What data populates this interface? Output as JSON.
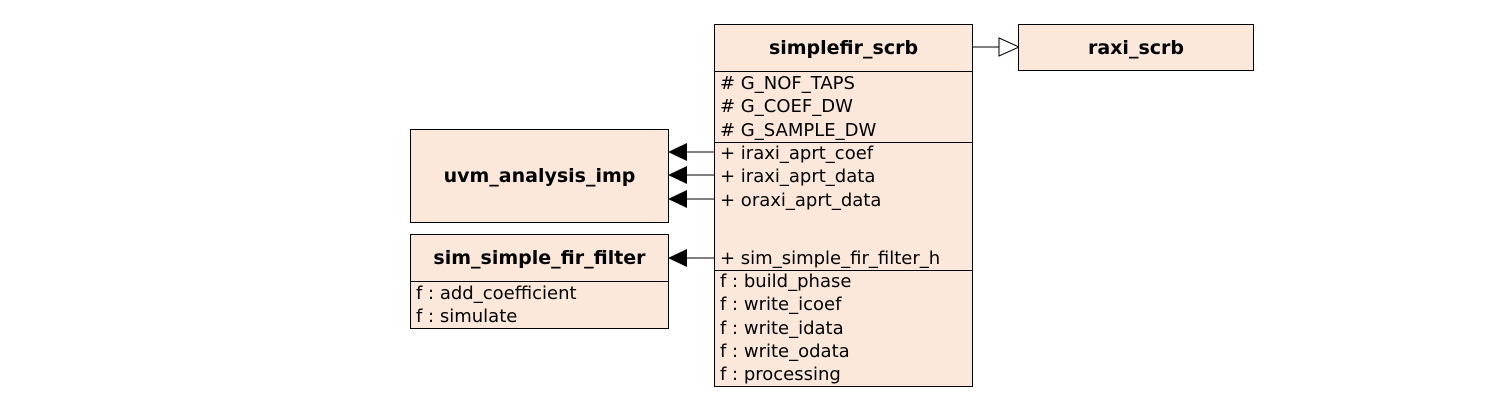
{
  "classes": {
    "simplefir_scrb": {
      "name": "simplefir_scrb",
      "attributes": [
        "# G_NOF_TAPS",
        "# G_COEF_DW",
        "# G_SAMPLE_DW"
      ],
      "ports": [
        "+ iraxi_aprt_coef",
        "+ iraxi_aprt_data",
        "+ oraxi_aprt_data"
      ],
      "member": "+ sim_simple_fir_filter_h",
      "methods": [
        "f : build_phase",
        "f : write_icoef",
        "f : write_idata",
        "f : write_odata",
        "f : processing"
      ]
    },
    "raxi_scrb": {
      "name": "raxi_scrb"
    },
    "uvm_analysis_imp": {
      "name": "uvm_analysis_imp"
    },
    "sim_simple_fir_filter": {
      "name": "sim_simple_fir_filter",
      "methods": [
        "f : add_coefficient",
        "f : simulate"
      ]
    }
  },
  "relations": [
    {
      "from": "simplefir_scrb",
      "to": "raxi_scrb",
      "kind": "inheritance"
    },
    {
      "from": "+ iraxi_aprt_coef",
      "to": "uvm_analysis_imp",
      "kind": "association"
    },
    {
      "from": "+ iraxi_aprt_data",
      "to": "uvm_analysis_imp",
      "kind": "association"
    },
    {
      "from": "+ oraxi_aprt_data",
      "to": "uvm_analysis_imp",
      "kind": "association"
    },
    {
      "from": "+ sim_simple_fir_filter_h",
      "to": "sim_simple_fir_filter",
      "kind": "association"
    }
  ],
  "colors": {
    "box_fill": "#fbe8da",
    "stroke": "#000000"
  }
}
